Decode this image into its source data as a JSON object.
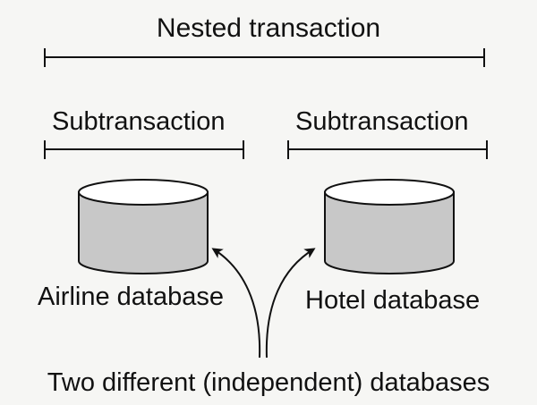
{
  "diagram": {
    "title": "Nested transaction",
    "subtransaction_left": "Subtransaction",
    "subtransaction_right": "Subtransaction",
    "db_left_label": "Airline database",
    "db_right_label": "Hotel database",
    "caption": "Two different (independent) databases"
  },
  "colors": {
    "background": "#f6f6f4",
    "cylinder_fill": "#c8c8c8",
    "cylinder_top": "#ffffff",
    "line": "#111111"
  }
}
